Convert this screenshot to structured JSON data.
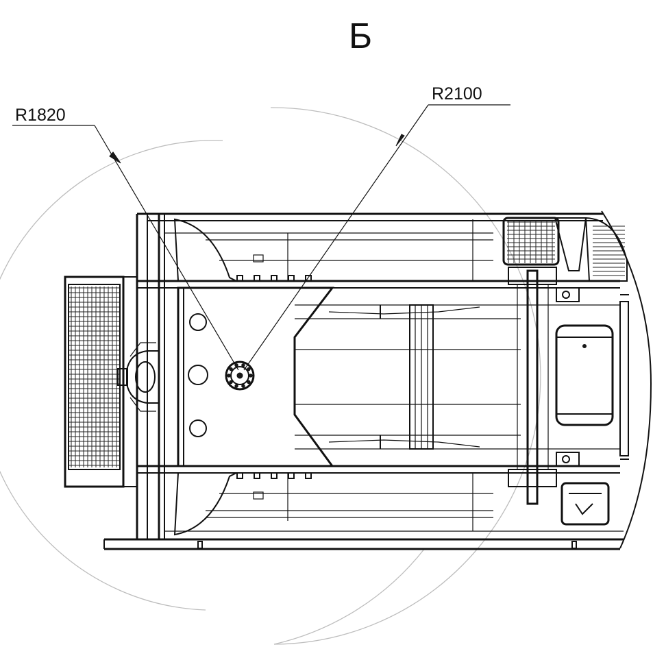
{
  "view_label": "Б",
  "dimensions": [
    {
      "id": "inner-radius",
      "text": "R1820"
    },
    {
      "id": "outer-radius",
      "text": "R2100"
    }
  ]
}
